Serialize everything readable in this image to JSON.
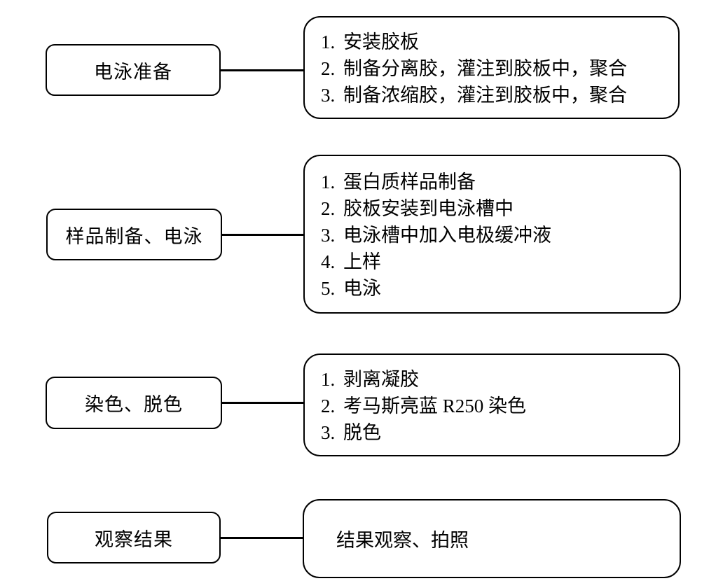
{
  "diagram": {
    "title_semantic": "SDS-PAGE electrophoresis procedure flowchart",
    "colors": {
      "background": "#ffffff",
      "border": "#000000",
      "text": "#000000"
    }
  },
  "rows": [
    {
      "stage": {
        "label": "电泳准备"
      },
      "details": {
        "items": [
          {
            "num": "1.",
            "text": "安装胶板"
          },
          {
            "num": "2.",
            "text": "制备分离胶，灌注到胶板中，聚合"
          },
          {
            "num": "3.",
            "text": "制备浓缩胶，灌注到胶板中，聚合"
          }
        ]
      }
    },
    {
      "stage": {
        "label": "样品制备、电泳"
      },
      "details": {
        "items": [
          {
            "num": "1.",
            "text": "蛋白质样品制备"
          },
          {
            "num": "2.",
            "text": "胶板安装到电泳槽中"
          },
          {
            "num": "3.",
            "text": "电泳槽中加入电极缓冲液"
          },
          {
            "num": "4.",
            "text": "上样"
          },
          {
            "num": "5.",
            "text": "电泳"
          }
        ]
      }
    },
    {
      "stage": {
        "label": "染色、脱色"
      },
      "details": {
        "items": [
          {
            "num": "1.",
            "text": "剥离凝胶"
          },
          {
            "num": "2.",
            "text": "考马斯亮蓝 R250 染色"
          },
          {
            "num": "3.",
            "text": "脱色"
          }
        ]
      }
    },
    {
      "stage": {
        "label": "观察结果"
      },
      "details": {
        "text": "结果观察、拍照"
      }
    }
  ]
}
